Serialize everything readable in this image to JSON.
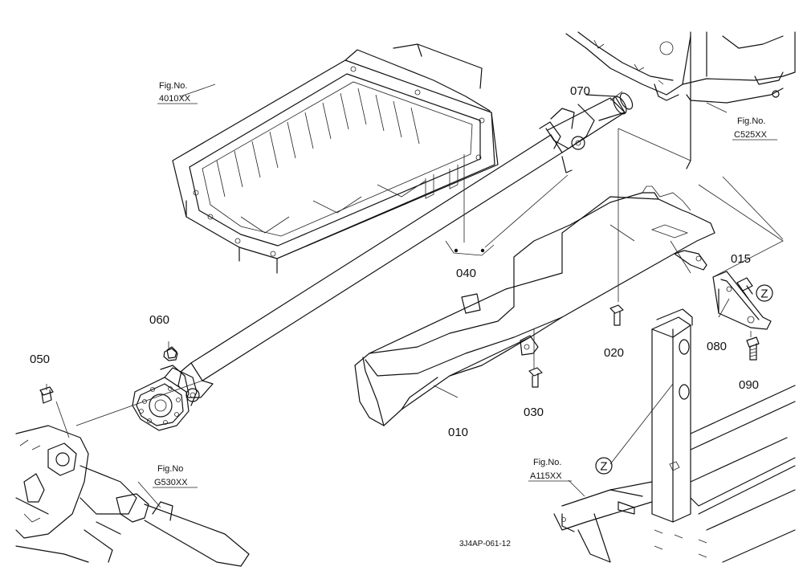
{
  "parts": [
    "010",
    "015",
    "020",
    "030",
    "040",
    "050",
    "060",
    "070",
    "080",
    "090"
  ],
  "figure_refs": {
    "oil_pan": {
      "line1": "Fig.No.",
      "line2": "4010XX"
    },
    "transmission": {
      "line1": "Fig.No.",
      "line2": "C525XX"
    },
    "front_axle": {
      "line1": "Fig.No",
      "line2": "G530XX"
    },
    "frame": {
      "line1": "Fig.No.",
      "line2": "A115XX"
    }
  },
  "markers": {
    "z1": "Z",
    "z2": "Z"
  },
  "drawing_code": "3J4AP-061-12"
}
